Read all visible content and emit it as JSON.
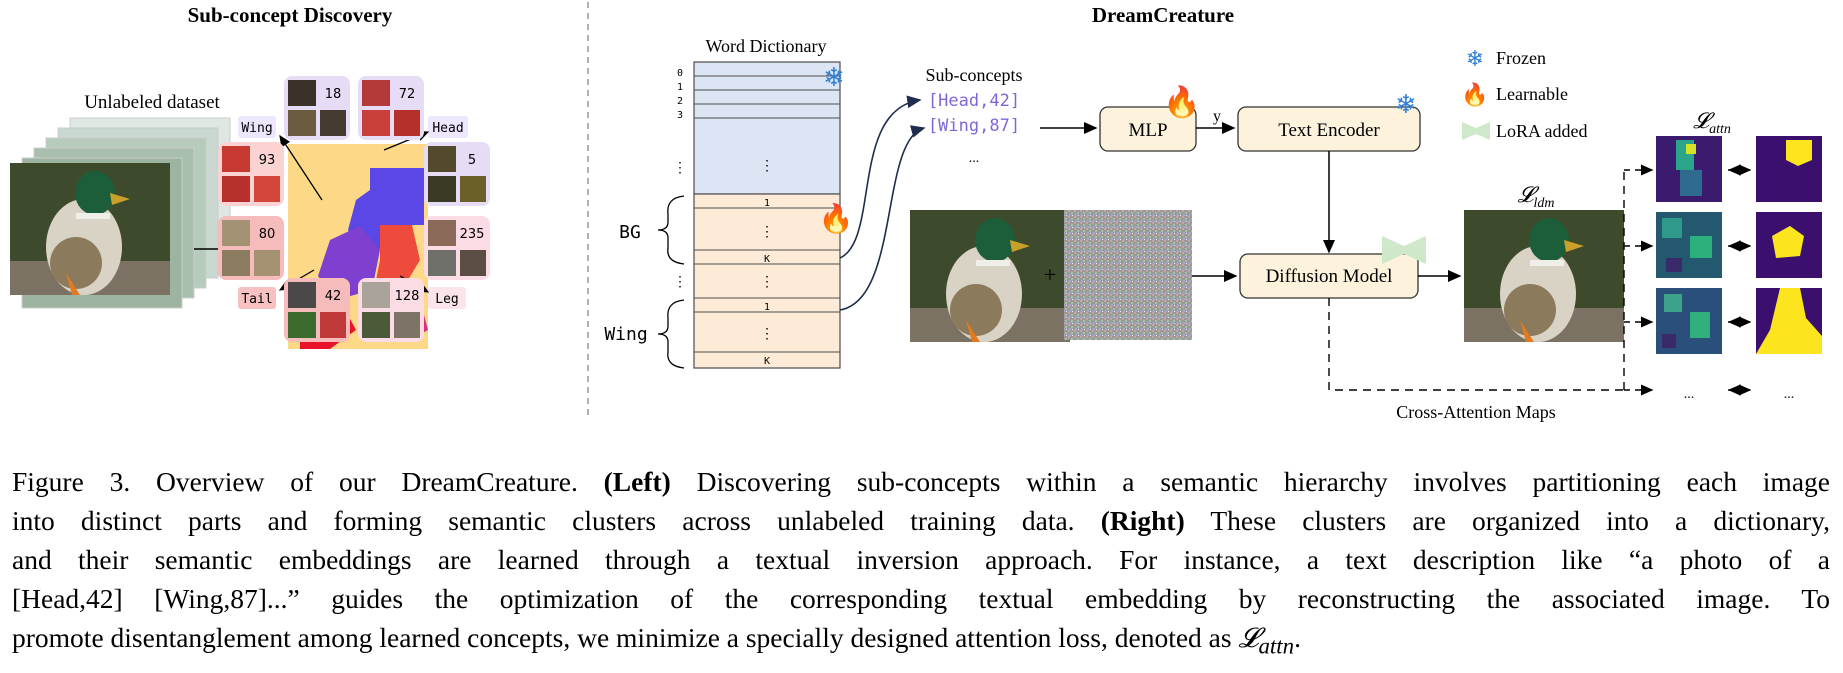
{
  "left": {
    "title": "Sub-concept Discovery",
    "dataset_label": "Unlabeled dataset",
    "part_labels": [
      "Wing",
      "Head",
      "Tail",
      "Leg"
    ],
    "cluster_counts": [
      "18",
      "72",
      "93",
      "5",
      "80",
      "235",
      "42",
      "128"
    ]
  },
  "right": {
    "title": "DreamCreature",
    "dictionary_title": "Word Dictionary",
    "row_indices": [
      "0",
      "1",
      "2",
      "3"
    ],
    "bg_label": "BG",
    "wing_label": "Wing",
    "bg_rows": [
      "1",
      "K"
    ],
    "wing_rows": [
      "1",
      "K"
    ],
    "subconcepts_title": "Sub-concepts",
    "subconcepts": [
      "[Head,42]",
      "[Wing,87]",
      "..."
    ],
    "mlp": "MLP",
    "y_label": "y",
    "text_encoder": "Text Encoder",
    "diffusion_model": "Diffusion Model",
    "plus": "+",
    "legend": {
      "frozen": "Frozen",
      "learnable": "Learnable",
      "lora": "LoRA added"
    },
    "loss_ldm": "𝓛",
    "loss_ldm_sub": "ldm",
    "loss_attn": "𝓛",
    "loss_attn_sub": "attn",
    "cross_attention": "Cross-Attention Maps",
    "ellipsis": "...",
    "colors": {
      "blue": "#dbe5f4",
      "peach": "#fdebd8",
      "node": "#fdf3dd",
      "lora": "#cfe8c9",
      "navy": "#1f2d4e",
      "purple": "#7f67d8"
    }
  },
  "caption": {
    "line1_a": "Figure 3. Overview of our DreamCreature. ",
    "line1_b": "(Left)",
    "line1_c": " Discovering sub-concepts within a semantic hierarchy involves partitioning each image",
    "line2_a": "into distinct parts and forming semantic clusters across unlabeled training data. ",
    "line2_b": "(Right)",
    "line2_c": " These clusters are organized into a dictionary,",
    "line3": "and their semantic embeddings are learned through a textual inversion approach.  For instance, a text description like “a photo of a",
    "line4": "[Head,42] [Wing,87]...”  guides the optimization of the corresponding textual embedding by reconstructing the associated image.  To",
    "line5_a": "promote disentanglement among learned concepts, we minimize a specially designed attention loss, denoted as ",
    "line5_b": "𝓛",
    "line5_c": "attn",
    "line5_d": "."
  }
}
